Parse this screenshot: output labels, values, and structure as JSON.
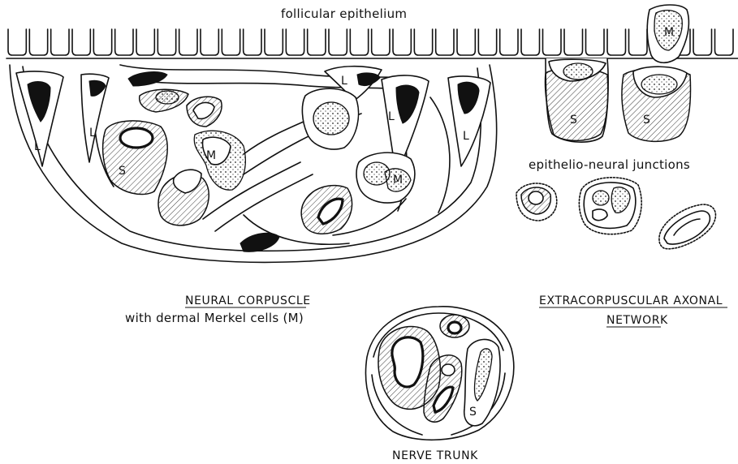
{
  "labels": {
    "top": "follicular epithelium",
    "junctions": "epithelio-neural junctions",
    "corpuscle_title": "NEURAL CORPUSCLE",
    "corpuscle_sub": "with dermal Merkel cells (M)",
    "network_line1": "EXTRACORPUSCULAR AXONAL",
    "network_line2": "NETWORK",
    "trunk": "NERVE TRUNK"
  },
  "letters": {
    "L": "L",
    "S": "S",
    "M": "M"
  }
}
